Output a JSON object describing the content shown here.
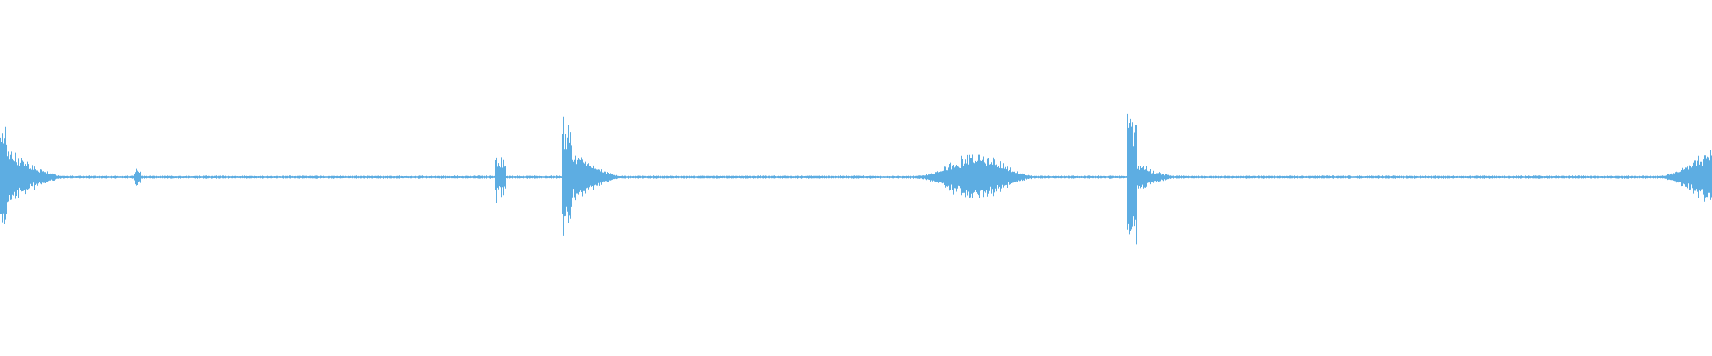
{
  "waveform": {
    "color": "#5dade2",
    "background": "#ffffff",
    "baseline_amplitude": 0.012,
    "events": [
      {
        "name": "burst-1",
        "center": 0.0,
        "peak": 0.75,
        "body": 0.38,
        "width": 0.04,
        "shape": "decay"
      },
      {
        "name": "click-1",
        "center": 0.08,
        "peak": 0.12,
        "body": 0.05,
        "width": 0.002,
        "shape": "spike"
      },
      {
        "name": "click-2",
        "center": 0.292,
        "peak": 0.3,
        "body": 0.1,
        "width": 0.003,
        "shape": "spike"
      },
      {
        "name": "burst-2",
        "center": 0.33,
        "peak": 0.75,
        "body": 0.38,
        "width": 0.035,
        "shape": "decay"
      },
      {
        "name": "burst-3",
        "center": 0.57,
        "peak": 0.3,
        "body": 0.28,
        "width": 0.04,
        "shape": "swell"
      },
      {
        "name": "burst-4",
        "center": 0.66,
        "peak": 1.0,
        "body": 0.2,
        "width": 0.03,
        "shape": "decay"
      },
      {
        "name": "burst-5",
        "center": 1.0,
        "peak": 0.35,
        "body": 0.3,
        "width": 0.035,
        "shape": "swell"
      }
    ]
  }
}
